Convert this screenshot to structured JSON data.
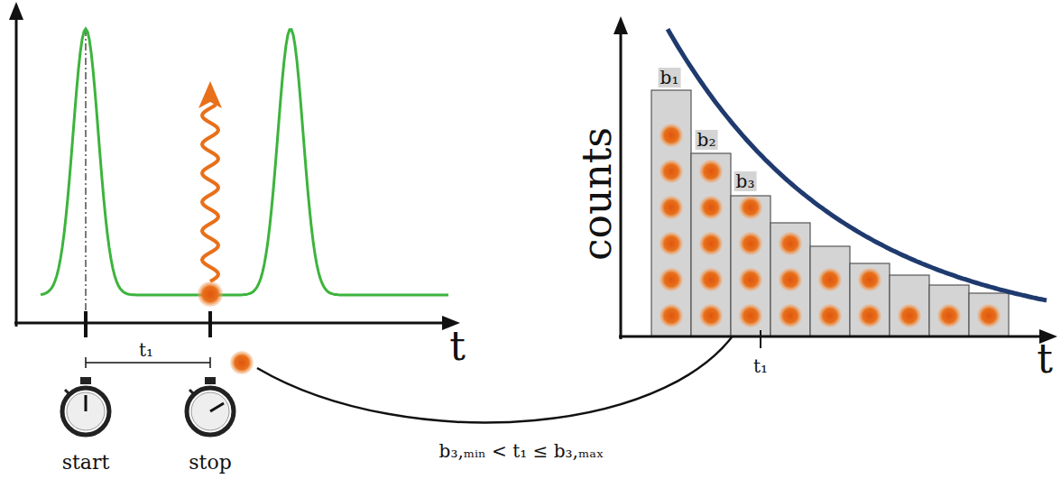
{
  "diagram": {
    "labels": [
      "t",
      "t₁",
      "start",
      "stop",
      "b₃,ₘᵢₙ < t₁ ≤ b₃,ₘₐₓ",
      "counts",
      "b₁",
      "b₂",
      "b₃",
      "t₁",
      "t"
    ]
  }
}
